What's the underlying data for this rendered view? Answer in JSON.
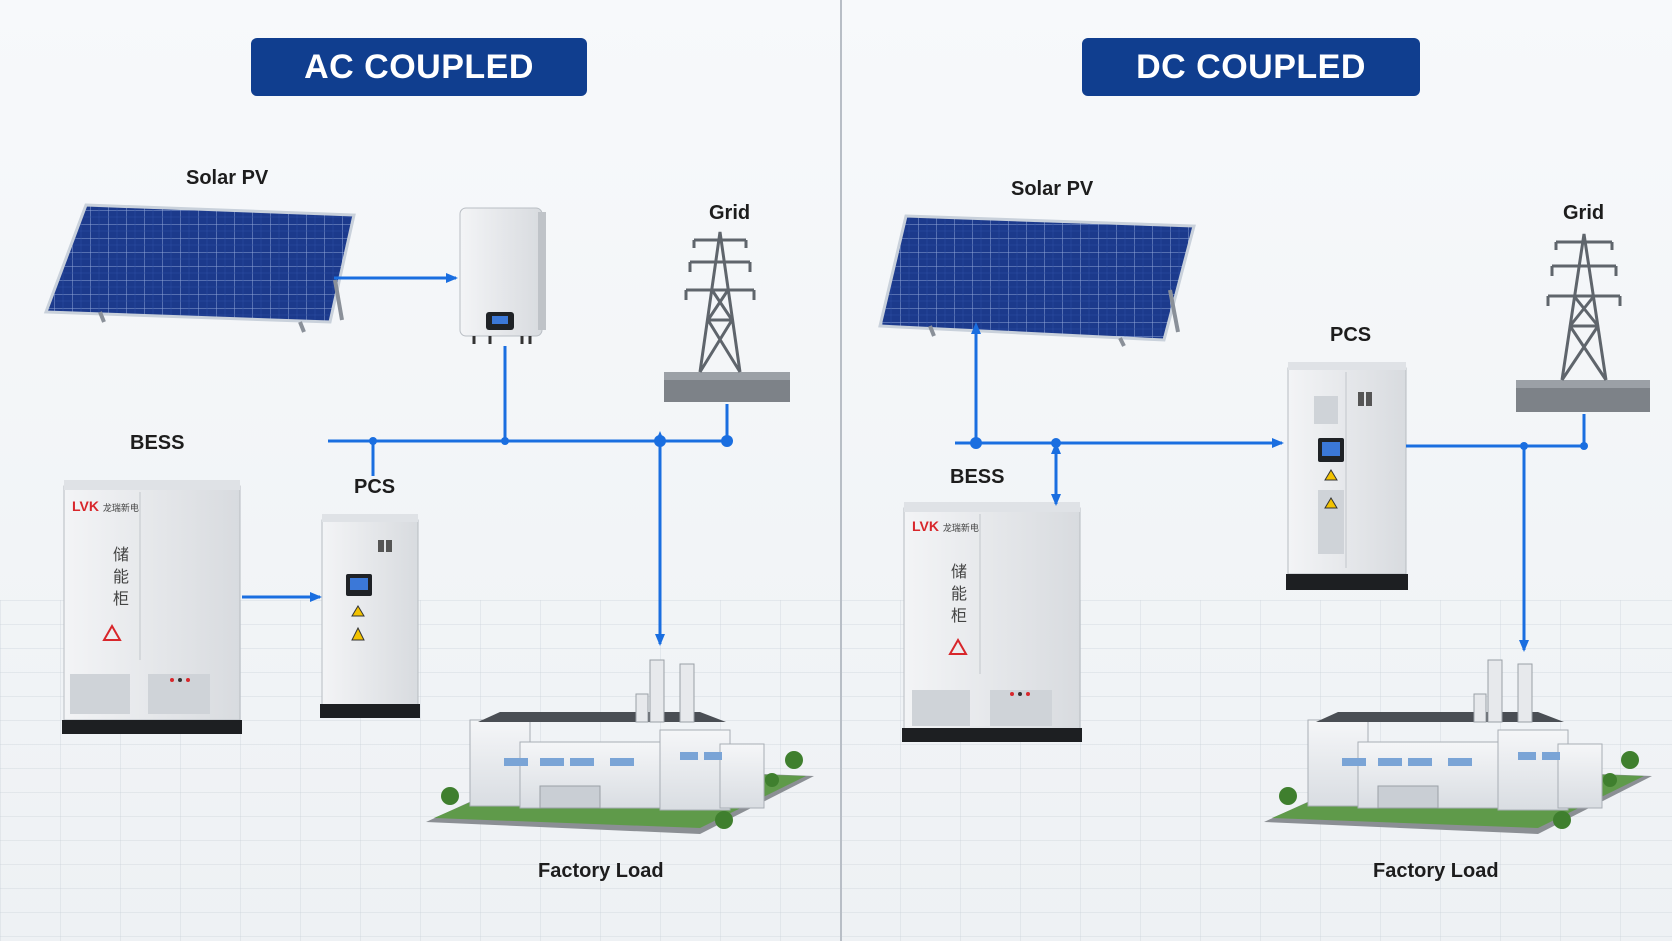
{
  "panels": [
    {
      "title": "AC COUPLED",
      "labels": {
        "solar": "Solar PV",
        "grid": "Grid",
        "bess": "BESS",
        "pcs": "PCS",
        "factory": "Factory Load"
      },
      "bess_cabinet": {
        "brand": "LVK",
        "brand_sub": "龙瑞新电",
        "vertical_text": [
          "储",
          "能",
          "柜"
        ]
      }
    },
    {
      "title": "DC COUPLED",
      "labels": {
        "solar": "Solar PV",
        "grid": "Grid",
        "bess": "BESS",
        "pcs": "PCS",
        "factory": "Factory Load"
      },
      "bess_cabinet": {
        "brand": "LVK",
        "brand_sub": "龙瑞新电",
        "vertical_text": [
          "储",
          "能",
          "柜"
        ]
      }
    }
  ],
  "colors": {
    "title_bg": "#103e8f",
    "connection_line": "#1a6ee0",
    "solar_cell": "#1c3a8c",
    "cabinet": "#e6e8eb",
    "warning": "#f2c200",
    "brand_red": "#d8262b"
  },
  "icons": [
    "solar-panel-icon",
    "inverter-icon",
    "transmission-tower-icon",
    "bess-cabinet-icon",
    "pcs-cabinet-icon",
    "factory-icon"
  ]
}
